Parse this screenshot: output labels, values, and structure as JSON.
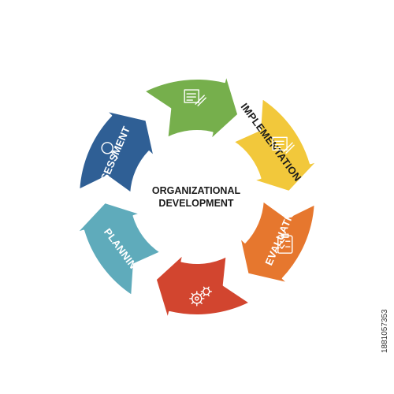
{
  "diagram": {
    "center_title_line1": "ORGANIZATIONAL",
    "center_title_line2": "DEVELOPMENT",
    "stages": [
      {
        "label": "IMPLEMENTATION",
        "color": "#f2c83b",
        "text_color": "#1b1b1b",
        "icon": "blueprint-pencil-icon"
      },
      {
        "label": "EVALUATION",
        "color": "#e6772e",
        "text_color": "#ffffff",
        "icon": "checklist-clipboard-icon"
      },
      {
        "label": "",
        "color": "#d2452f",
        "text_color": "#ffffff",
        "icon": "gears-icon"
      },
      {
        "label": "PLANNING",
        "color": "#5fabbb",
        "text_color": "#ffffff",
        "icon": ""
      },
      {
        "label": "ASSESSMENT",
        "color": "#2f5f95",
        "text_color": "#ffffff",
        "icon": "magnifier-icon"
      },
      {
        "label": "",
        "color": "#76af4c",
        "text_color": "#ffffff",
        "icon": "blueprint-pencil-icon"
      }
    ],
    "side_id": "1881057353"
  }
}
